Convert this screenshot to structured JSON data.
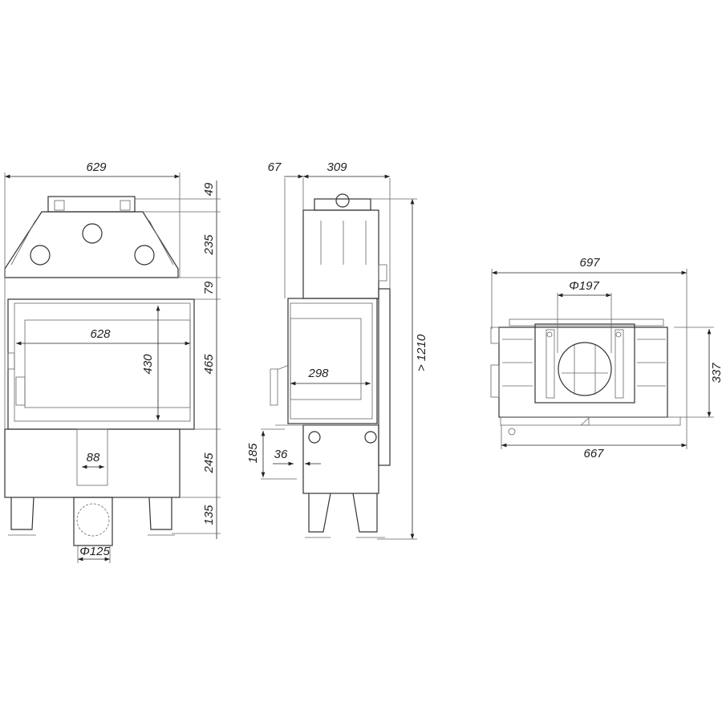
{
  "front_view": {
    "width_total": "629",
    "top_flange": "49",
    "hood": "235",
    "gap": "79",
    "firebox_height": "465",
    "lower_body": "245",
    "legs": "135",
    "glass_width": "628",
    "glass_height": "430",
    "air_channel": "88",
    "air_inlet": "Φ125"
  },
  "side_view": {
    "front_offset": "67",
    "depth": "309",
    "total_height": "> 1210",
    "firebox_depth": "298",
    "ash_height": "185",
    "ash_offset": "36"
  },
  "top_view": {
    "overall_width": "697",
    "flue_diameter": "Φ197",
    "depth": "337",
    "body_width": "667"
  }
}
